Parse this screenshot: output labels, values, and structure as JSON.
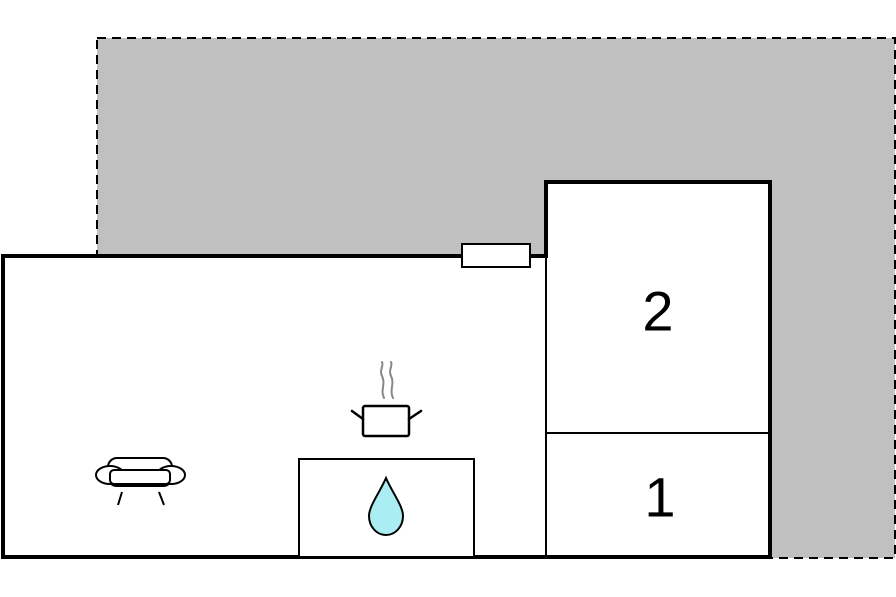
{
  "colors": {
    "terrace_fill": "#c0c0c0",
    "wall_stroke": "#000000",
    "background": "#ffffff",
    "water_drop": "#aaeef4"
  },
  "rooms": [
    {
      "label": "2",
      "type": "bedroom"
    },
    {
      "label": "1",
      "type": "bedroom"
    }
  ],
  "icons": [
    "sofa-icon",
    "cooking-pot-icon",
    "water-drop-icon"
  ]
}
